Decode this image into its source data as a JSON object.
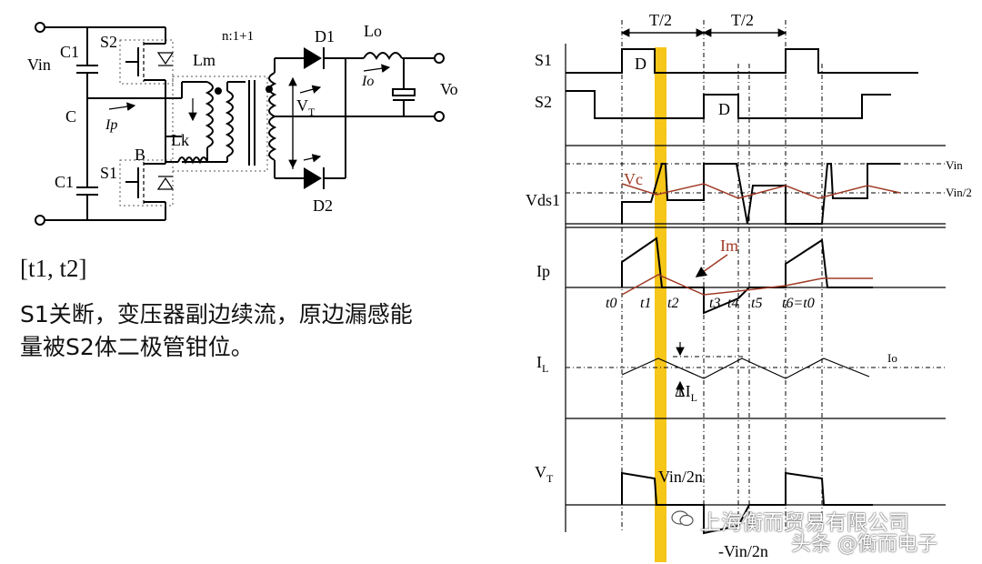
{
  "circuit": {
    "vin": "Vin",
    "c1_top": "C1",
    "c1_bottom": "C1",
    "node_c": "C",
    "node_b": "B",
    "s1": "S1",
    "s2": "S2",
    "lm": "Lm",
    "lk": "Lk",
    "ratio": "n:1+1",
    "d1": "D1",
    "d2": "D2",
    "lo": "Lo",
    "io": "Io",
    "vo": "Vo",
    "ip": "Ip",
    "vt": "V",
    "vt_sub": "T"
  },
  "waveform": {
    "half_period_1": "T/2",
    "half_period_2": "T/2",
    "row_s1": "S1",
    "row_s2": "S2",
    "d_s1": "D",
    "d_s2": "D",
    "row_vds1": "Vds1",
    "vc": "Vc",
    "vin_level": "Vin",
    "vin_half_level": "Vin/2",
    "row_ip": "Ip",
    "im": "Im",
    "t0": "t0",
    "t1": "t1",
    "t2": "t2",
    "t3": "t3",
    "t4": "t4",
    "t5": "t5",
    "t6": "t6=t0",
    "row_il": "I",
    "row_il_sub": "L",
    "io_level": "Io",
    "delta_il": "ΔI",
    "delta_il_sub": "L",
    "row_vt": "V",
    "row_vt_sub": "T",
    "vt_pos": "Vin/2n",
    "vt_neg": "-Vin/2n",
    "highlight_color": "#f5c000"
  },
  "text": {
    "interval": "[t1, t2]",
    "line1": "S1关断，变压器副边续流，原边漏感能",
    "line2": "量被S2体二极管钳位。"
  },
  "watermark": {
    "company": "上海衡而贸易有限公司",
    "account": "头条 @衡而电子"
  }
}
